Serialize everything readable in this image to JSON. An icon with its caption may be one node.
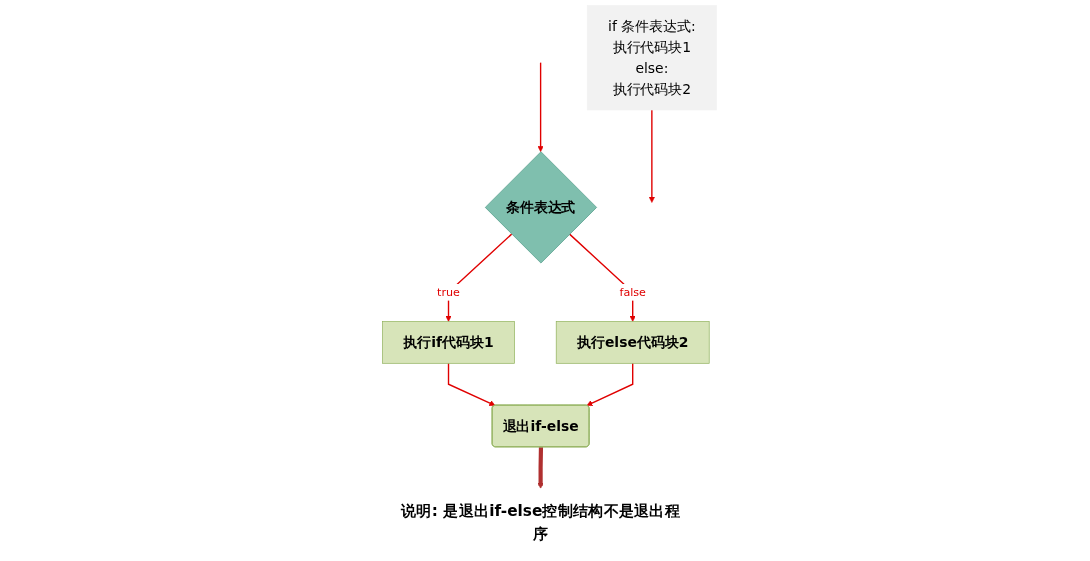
{
  "diagram": {
    "nodes": [
      {
        "text": [
          "条件表达式"
        ]
      },
      {
        "text": [
          "执行if代码块1"
        ]
      },
      {
        "text": [
          "执行else代码块2"
        ]
      },
      {
        "text": [
          "退出if-else"
        ]
      },
      {
        "text": [
          "说明: 是退出if-else控制结构不是退出程序"
        ]
      },
      {
        "text": [
          "if 条件表达式:",
          "执行代码块1",
          "else:",
          "执行代码块2"
        ]
      }
    ],
    "edges": [
      {
        "from": null,
        "to": 0,
        "arrow": "to"
      },
      {
        "from": 0,
        "to": 1,
        "arrow": "to",
        "label": "true"
      },
      {
        "from": 0,
        "to": 2,
        "arrow": "to",
        "label": "false"
      },
      {
        "from": 1,
        "to": 3,
        "arrow": "to"
      },
      {
        "from": 2,
        "to": 3,
        "arrow": "to"
      },
      {
        "from": 3,
        "to": 4,
        "arrow": "to",
        "style": "thick",
        "color": "#b03030"
      },
      {
        "from": 5,
        "to": null,
        "arrow": "to"
      }
    ]
  }
}
